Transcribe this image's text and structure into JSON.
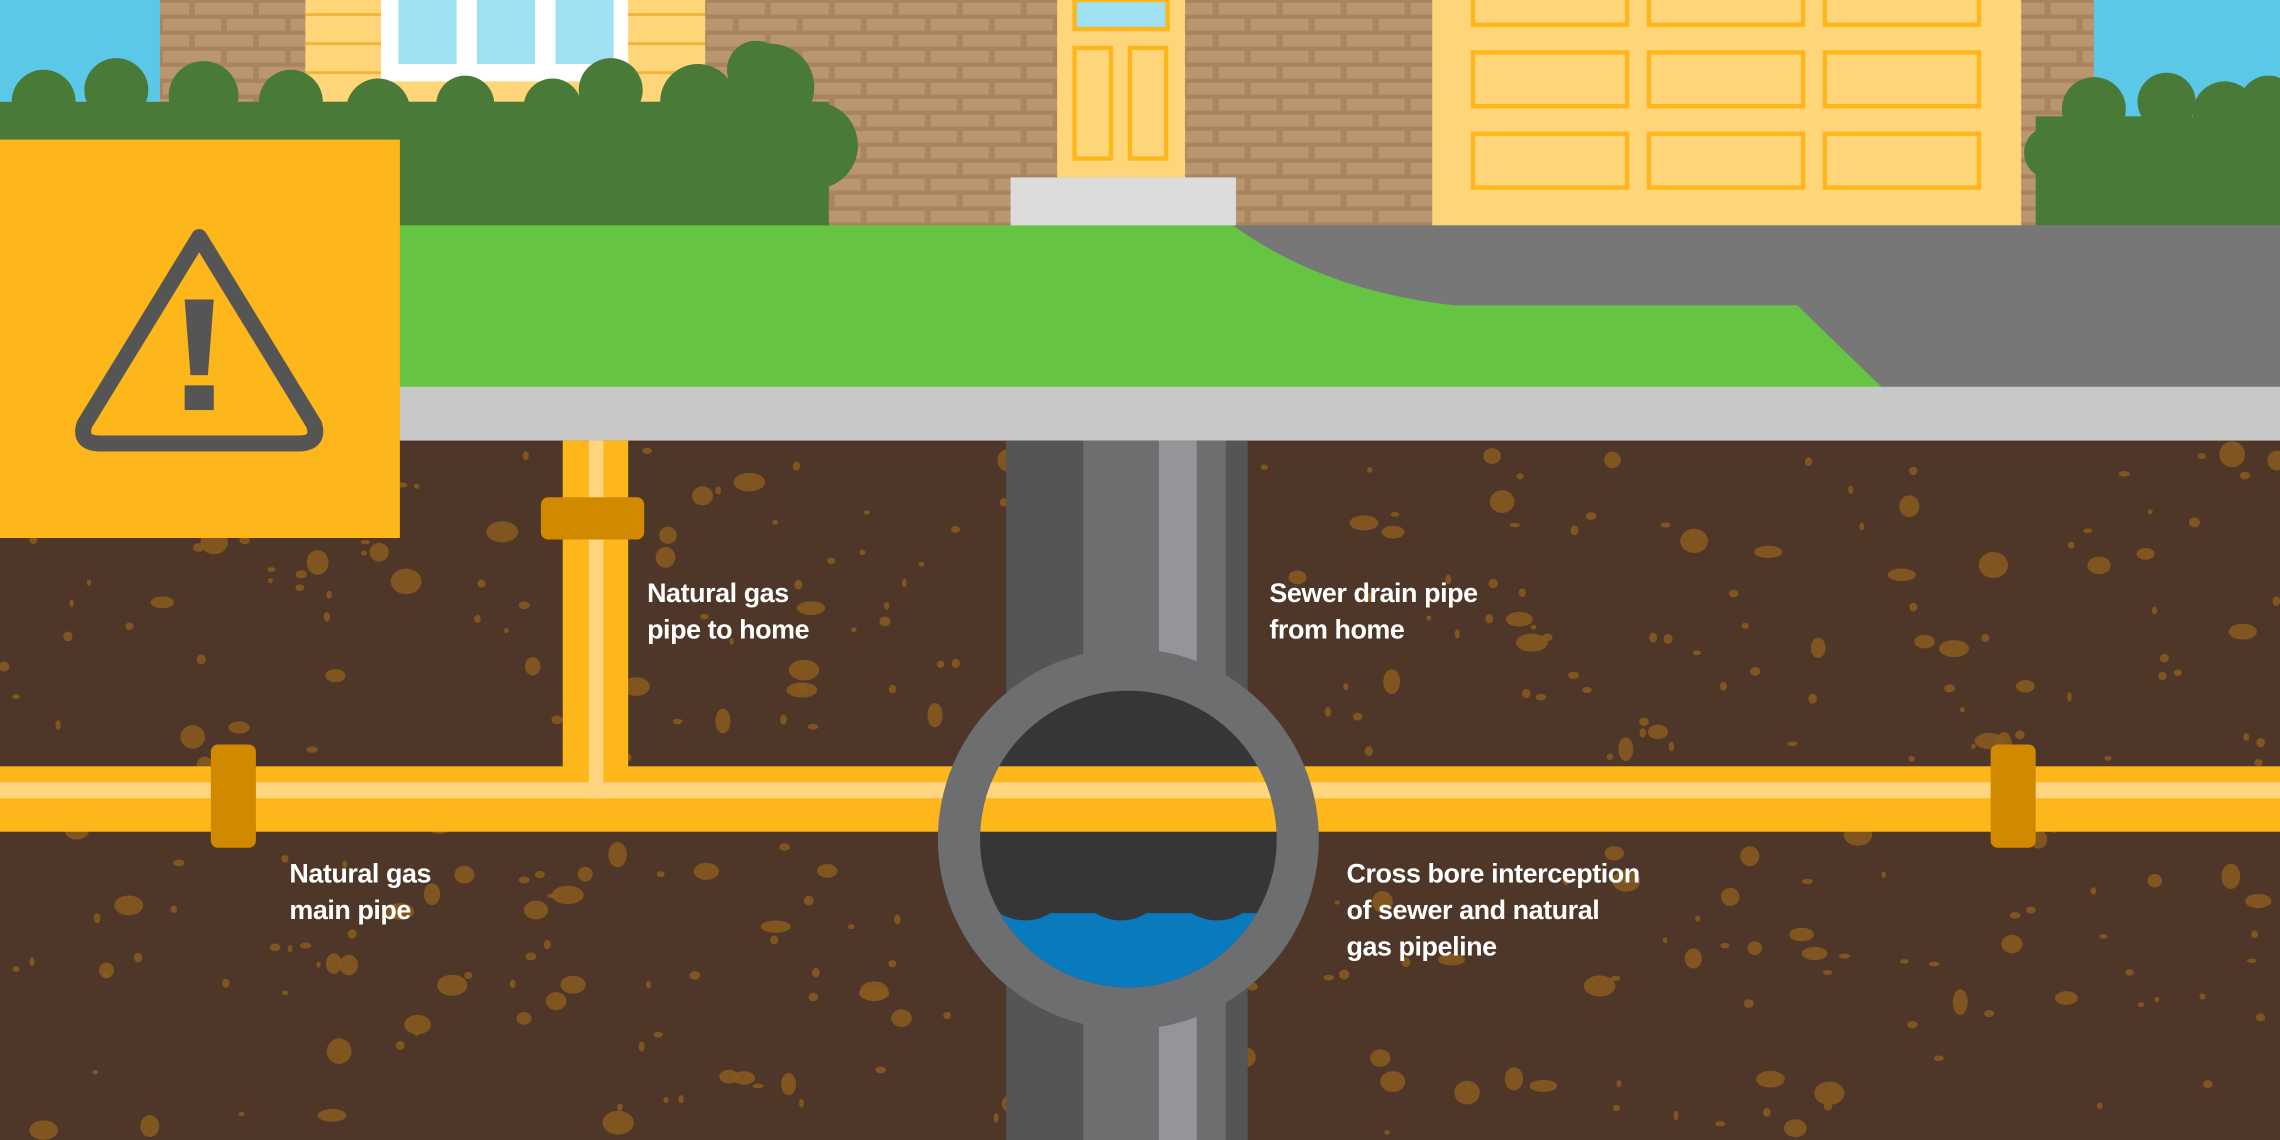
{
  "labels": {
    "gas_pipe_to_home": [
      "Natural gas",
      "pipe to home"
    ],
    "sewer_drain_pipe": [
      "Sewer drain pipe",
      "from home"
    ],
    "gas_main_pipe": [
      "Natural gas",
      "main pipe"
    ],
    "cross_bore": [
      "Cross bore interception",
      "of sewer and natural",
      "gas pipeline"
    ]
  },
  "icons": {
    "warning": "warning-triangle-icon"
  },
  "colors": {
    "sky": "#5bc8e8",
    "brick": "#a8845f",
    "siding": "#ffd57a",
    "hedge": "#4a7a38",
    "lawn": "#66c443",
    "driveway": "#777777",
    "sidewalk": "#c8c8c8",
    "soil": "#4e3728",
    "soil_spots": "#8a5a1e",
    "gas_pipe": "#fdb71a",
    "gas_pipe_stripe": "#ffd580",
    "coupling": "#d18a00",
    "sewer_pipe": "#6d6e70",
    "water": "#0a7abf",
    "warning_box": "#fdb71a",
    "warning_icon": "#555555"
  }
}
